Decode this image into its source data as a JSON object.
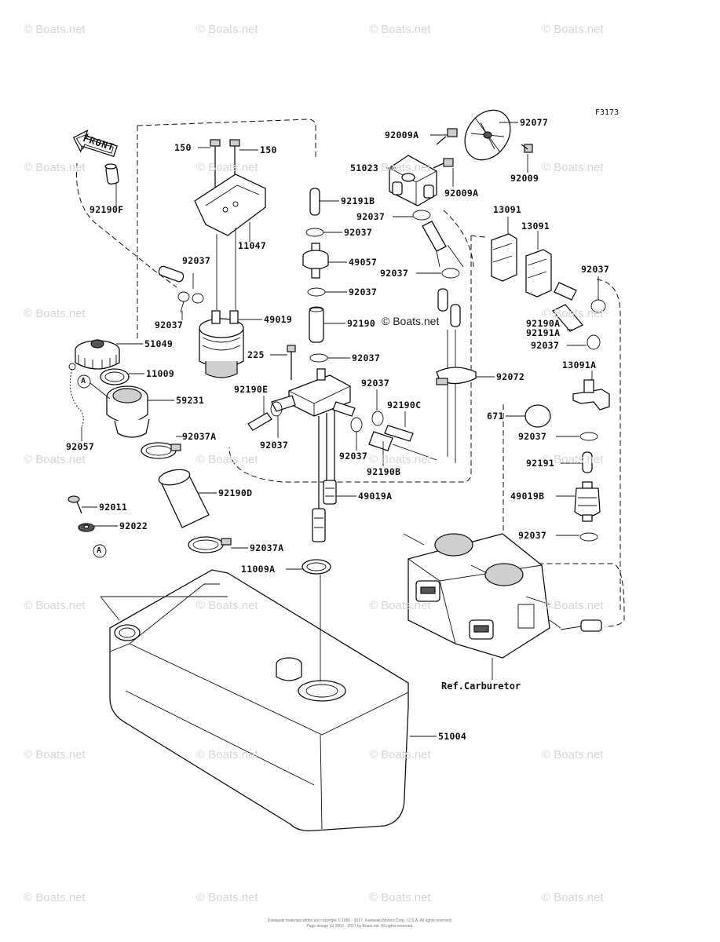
{
  "figure_code": "F3173",
  "front_label": "FRONT",
  "reference_label": "Ref.Carburetor",
  "watermark": "© Boats.net",
  "watermark_center": "© Boats.net",
  "copyright_line1": "Kawasaki materials within are copyright © 1995 - 2017, Kawasaki Motors Corp., U.S.A. All rights reserved.",
  "copyright_line2": "Page design (c) 2002 - 2017 by Boats.net. All rights reserved.",
  "callout_marker": "A",
  "part_numbers": {
    "p150_left": "150",
    "p150_right": "150",
    "p92190F": "92190F",
    "p11047": "11047",
    "p92037_left_top": "92037",
    "p92037_left_bottom": "92037",
    "p49019": "49019",
    "p51049": "51049",
    "p11009": "11009",
    "p59231": "59231",
    "p92057": "92057",
    "p92037A_upper": "92037A",
    "p92190D": "92190D",
    "p92011": "92011",
    "p92022": "92022",
    "p92037A_lower": "92037A",
    "p11009A": "11009A",
    "p51004": "51004",
    "p92191B": "92191B",
    "p92037_c1": "92037",
    "p49057": "49057",
    "p92037_c2": "92037",
    "p92190": "92190",
    "p225": "225",
    "p92037_c3": "92037",
    "p92190E": "92190E",
    "p92037_c4": "92037",
    "p92037_c5": "92037",
    "p92190C": "92190C",
    "p92037_c6": "92037",
    "p92190B": "92190B",
    "p49019A": "49019A",
    "p92009A_top": "92009A",
    "p92077": "92077",
    "p51023": "51023",
    "p92009": "92009",
    "p92009A_mid": "92009A",
    "p92037_r1": "92037",
    "p92037_r2": "92037",
    "p13091_a": "13091",
    "p13091_b": "13091",
    "p92037_r3": "92037",
    "p92190A": "92190A",
    "p92191A": "92191A",
    "p92037_r4": "92037",
    "p92072": "92072",
    "p13091A": "13091A",
    "p671": "671",
    "p92037_r5": "92037",
    "p92191": "92191",
    "p49019B": "49019B",
    "p92037_r6": "92037"
  }
}
